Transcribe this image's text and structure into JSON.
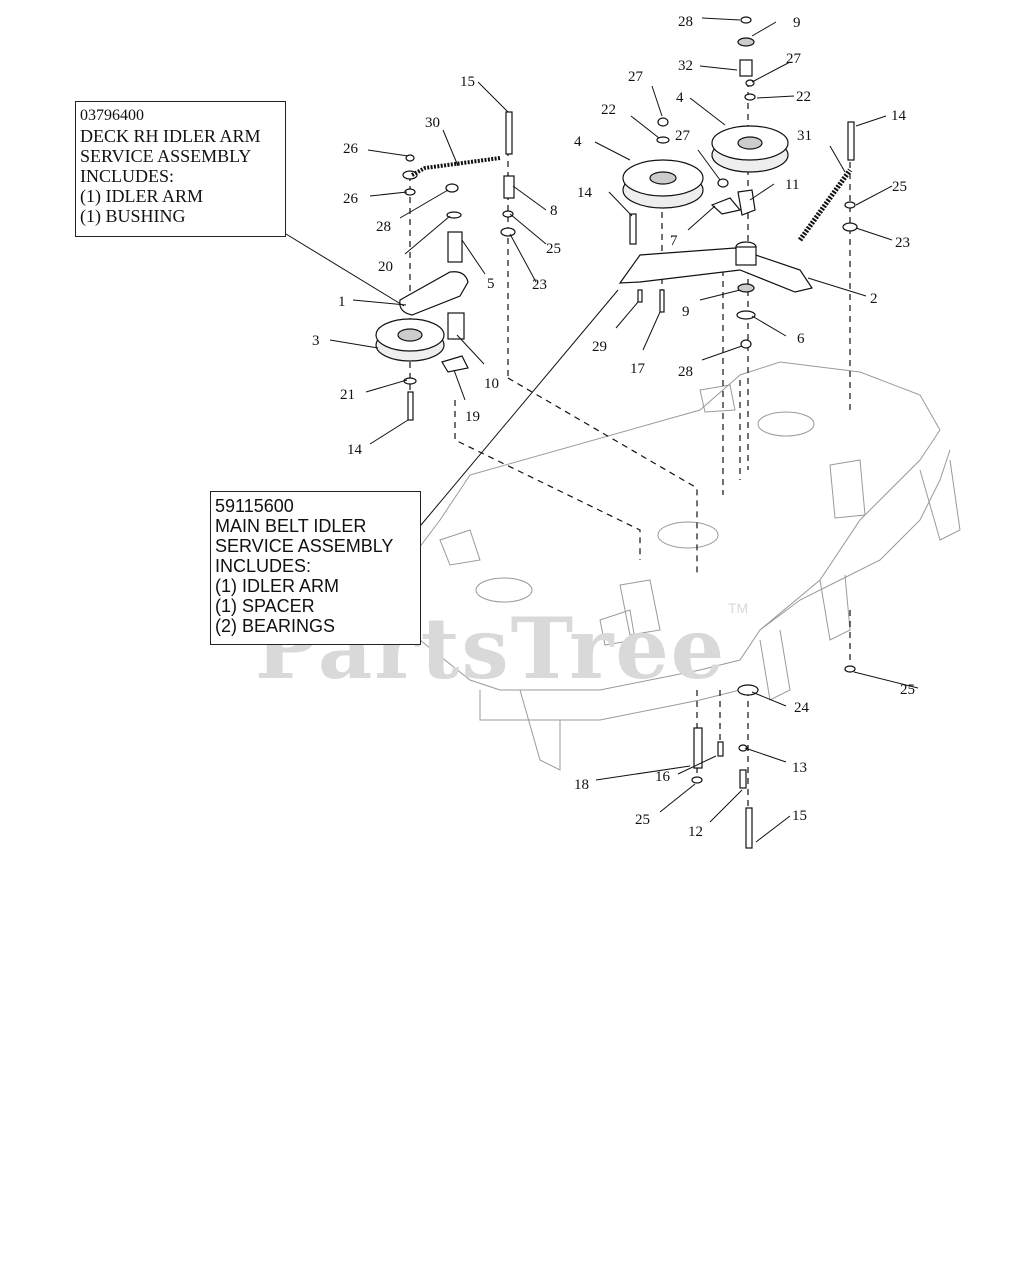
{
  "callout_boxes": {
    "rh_idler": {
      "lines": [
        "03796400",
        "DECK RH IDLER ARM",
        "SERVICE ASSEMBLY",
        "INCLUDES:",
        "(1) IDLER ARM",
        "(1) BUSHING"
      ]
    },
    "main_belt_idler": {
      "lines": [
        "59115600",
        "MAIN BELT IDLER",
        "SERVICE ASSEMBLY",
        "INCLUDES:",
        "(1) IDLER ARM",
        "(1) SPACER",
        "(2) BEARINGS"
      ]
    }
  },
  "part_labels": [
    "28",
    "9",
    "27",
    "32",
    "22",
    "27",
    "15",
    "4",
    "22",
    "27",
    "4",
    "30",
    "26",
    "26",
    "28",
    "20",
    "5",
    "8",
    "25",
    "23",
    "14",
    "7",
    "11",
    "1",
    "3",
    "21",
    "14",
    "10",
    "19",
    "29",
    "17",
    "9",
    "2",
    "6",
    "28",
    "31",
    "14",
    "25",
    "23",
    "25",
    "24",
    "13",
    "18",
    "16",
    "25",
    "12",
    "15"
  ],
  "watermark": {
    "text": "PartsTree",
    "tm": "TM"
  }
}
